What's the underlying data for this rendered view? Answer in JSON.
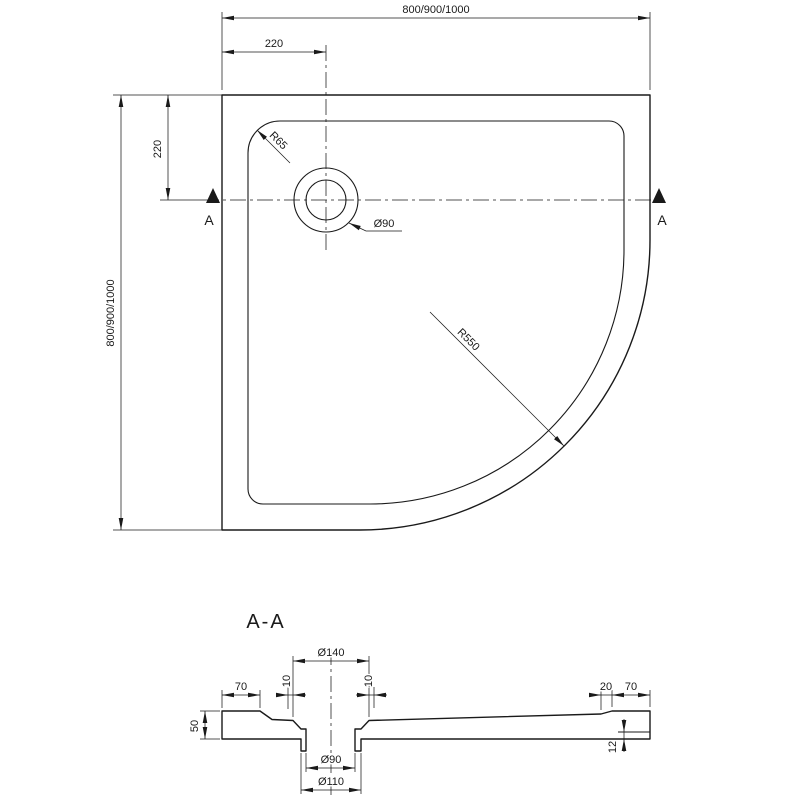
{
  "top_view": {
    "overall_width": "800/900/1000",
    "overall_height": "800/900/1000",
    "drain_offset_x": "220",
    "drain_offset_y": "220",
    "corner_radius": "R65",
    "front_radius": "R550",
    "drain_diameter": "Ø90",
    "section_marker": "A"
  },
  "section_view": {
    "title": "A-A",
    "recess_diameter": "Ø140",
    "rim_left": "70",
    "offset_left": "10",
    "offset_right": "10",
    "step_right": "20",
    "rim_right": "70",
    "height_left": "50",
    "edge_thickness": "12",
    "hole_diameter": "Ø90",
    "flange_diameter": "Ø110"
  },
  "colors": {
    "line": "#1a1a1a",
    "background": "#ffffff"
  }
}
